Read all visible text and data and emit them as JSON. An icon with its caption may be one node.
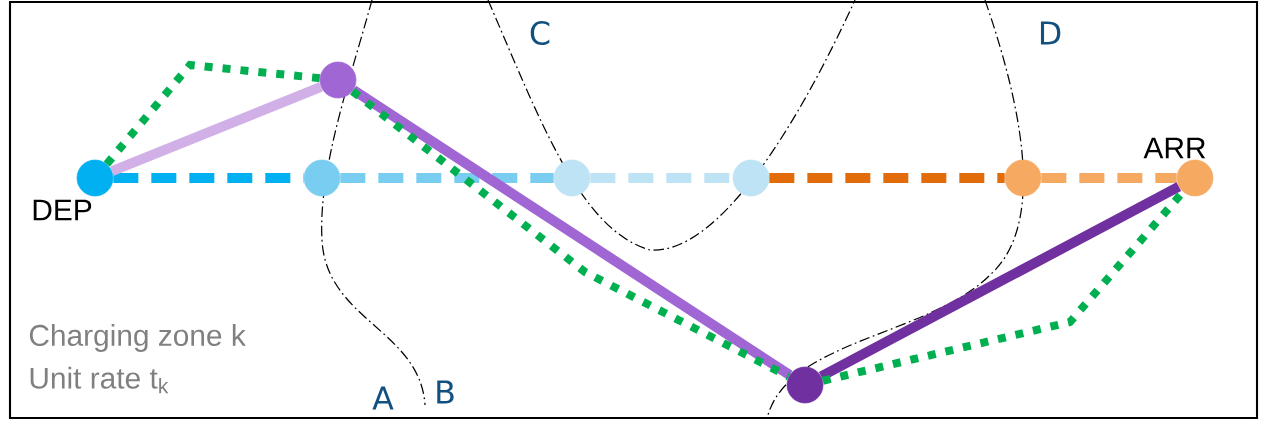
{
  "diagram": {
    "nodes": [
      {
        "text": [],
        "shape": "circle",
        "beside": [
          "DEP"
        ]
      },
      {
        "text": [],
        "shape": "circle"
      },
      {
        "text": [],
        "shape": "circle"
      },
      {
        "text": [],
        "shape": "circle"
      },
      {
        "text": [],
        "shape": "circle"
      },
      {
        "text": [],
        "shape": "circle"
      },
      {
        "text": [],
        "shape": "circle"
      },
      {
        "text": [],
        "shape": "circle",
        "beside": [
          "ARR"
        ]
      }
    ],
    "edges": [
      {
        "from": 0,
        "to": 1,
        "arrow": "none",
        "style": "dashed",
        "color": "#00b0f0"
      },
      {
        "from": 1,
        "to": 3,
        "arrow": "none",
        "style": "dashed",
        "color": "#78cdf0"
      },
      {
        "from": 3,
        "to": 4,
        "arrow": "none",
        "style": "dashed",
        "color": "#bde3f4"
      },
      {
        "from": 4,
        "to": 6,
        "arrow": "none",
        "style": "dashed",
        "color": "#e36c0a"
      },
      {
        "from": 6,
        "to": 7,
        "arrow": "none",
        "style": "dashed",
        "color": "#f6a961"
      },
      {
        "from": 0,
        "to": 2,
        "arrow": "none",
        "color": "#d0b0e6"
      },
      {
        "from": 2,
        "to": 5,
        "arrow": "none",
        "color": "#a066d3"
      },
      {
        "from": 5,
        "to": 7,
        "arrow": "none",
        "color": "#7030a0"
      },
      {
        "from": 0,
        "to": 2,
        "arrow": "none",
        "style": "dashed",
        "color": "#00b050"
      },
      {
        "from": 2,
        "to": 5,
        "arrow": "none",
        "style": "dashed",
        "color": "#00b050"
      },
      {
        "from": 5,
        "to": 7,
        "arrow": "none",
        "style": "dashed",
        "color": "#00b050"
      }
    ],
    "labels": [
      "A",
      "B",
      "C",
      "D",
      "Charging zone k",
      "Unit rate t$_{k}$"
    ]
  }
}
